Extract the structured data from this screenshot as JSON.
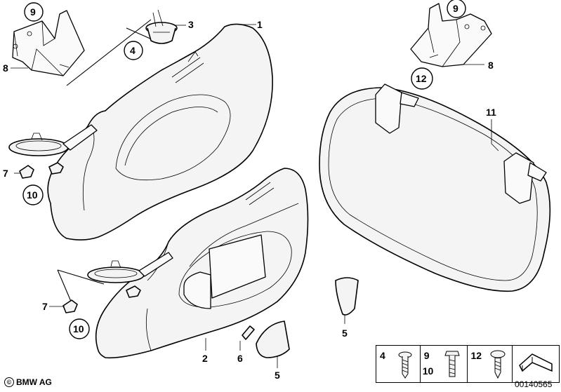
{
  "callouts": {
    "c1": "1",
    "c2": "2",
    "c3": "3",
    "c4": "4",
    "c5a": "5",
    "c5b": "5",
    "c6": "6",
    "c7a": "7",
    "c7b": "7",
    "c8a": "8",
    "c8b": "8",
    "c9a": "9",
    "c9b": "9",
    "c10a": "10",
    "c10b": "10",
    "c11": "11",
    "c12": "12"
  },
  "legend": {
    "n4": "4",
    "n9": "9",
    "n10": "10",
    "n12": "12"
  },
  "footer": {
    "copyright": "BMW AG",
    "copyright_symbol": "©",
    "diagram_id": "00140565"
  }
}
